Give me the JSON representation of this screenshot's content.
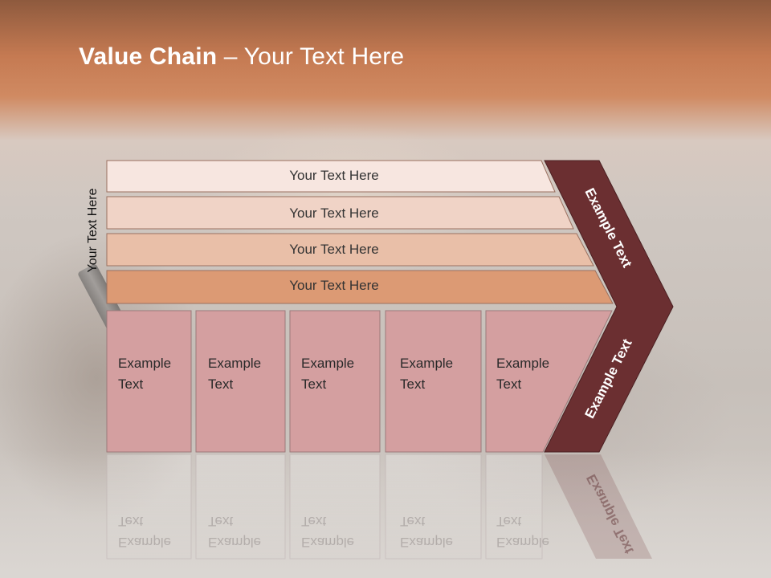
{
  "slide": {
    "title_bold": "Value Chain",
    "title_rest": " – Your Text Here",
    "side_label": "Your Text Here"
  },
  "support_rows": [
    {
      "label": "Your Text Here",
      "color": "#f7e6e0"
    },
    {
      "label": "Your Text Here",
      "color": "#f0d3c6"
    },
    {
      "label": "Your Text Here",
      "color": "#e9bfa8"
    },
    {
      "label": "Your Text Here",
      "color": "#dc9a74"
    }
  ],
  "primary_cells": [
    {
      "line1": "Example",
      "line2": "Text"
    },
    {
      "line1": "Example",
      "line2": "Text"
    },
    {
      "line1": "Example",
      "line2": "Text"
    },
    {
      "line1": "Example",
      "line2": "Text"
    },
    {
      "line1": "Example",
      "line2": "Text"
    }
  ],
  "margin_arrow": {
    "upper_label": "Example Text",
    "lower_label": "Example Text",
    "color": "#6b2f31"
  },
  "colors": {
    "cell_fill": "#d49fa0",
    "title_band": "#c57a52"
  }
}
